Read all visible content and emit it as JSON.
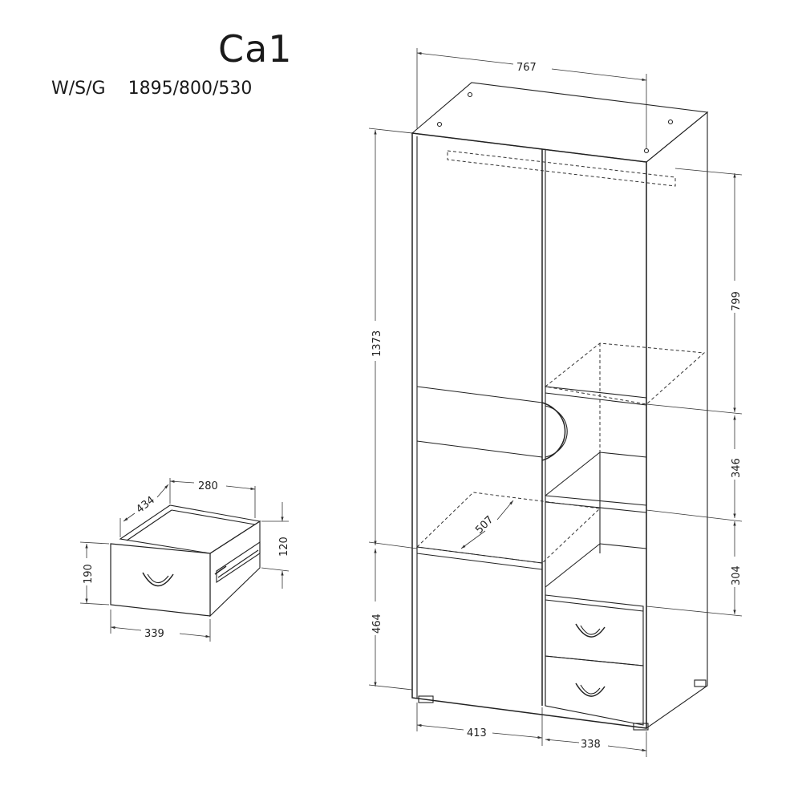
{
  "header": {
    "model": "Ca1",
    "dims_label": "W/S/G",
    "dims_value": "1895/800/530"
  },
  "wardrobe": {
    "width_top": "767",
    "height_upper": "1373",
    "height_lower": "464",
    "right_upper": "799",
    "right_mid": "346",
    "right_low": "304",
    "shelf_depth": "507",
    "bottom_left": "413",
    "bottom_right": "338"
  },
  "drawer": {
    "width": "280",
    "depth": "434",
    "height_front": "190",
    "height_side": "120",
    "front_width": "339"
  }
}
